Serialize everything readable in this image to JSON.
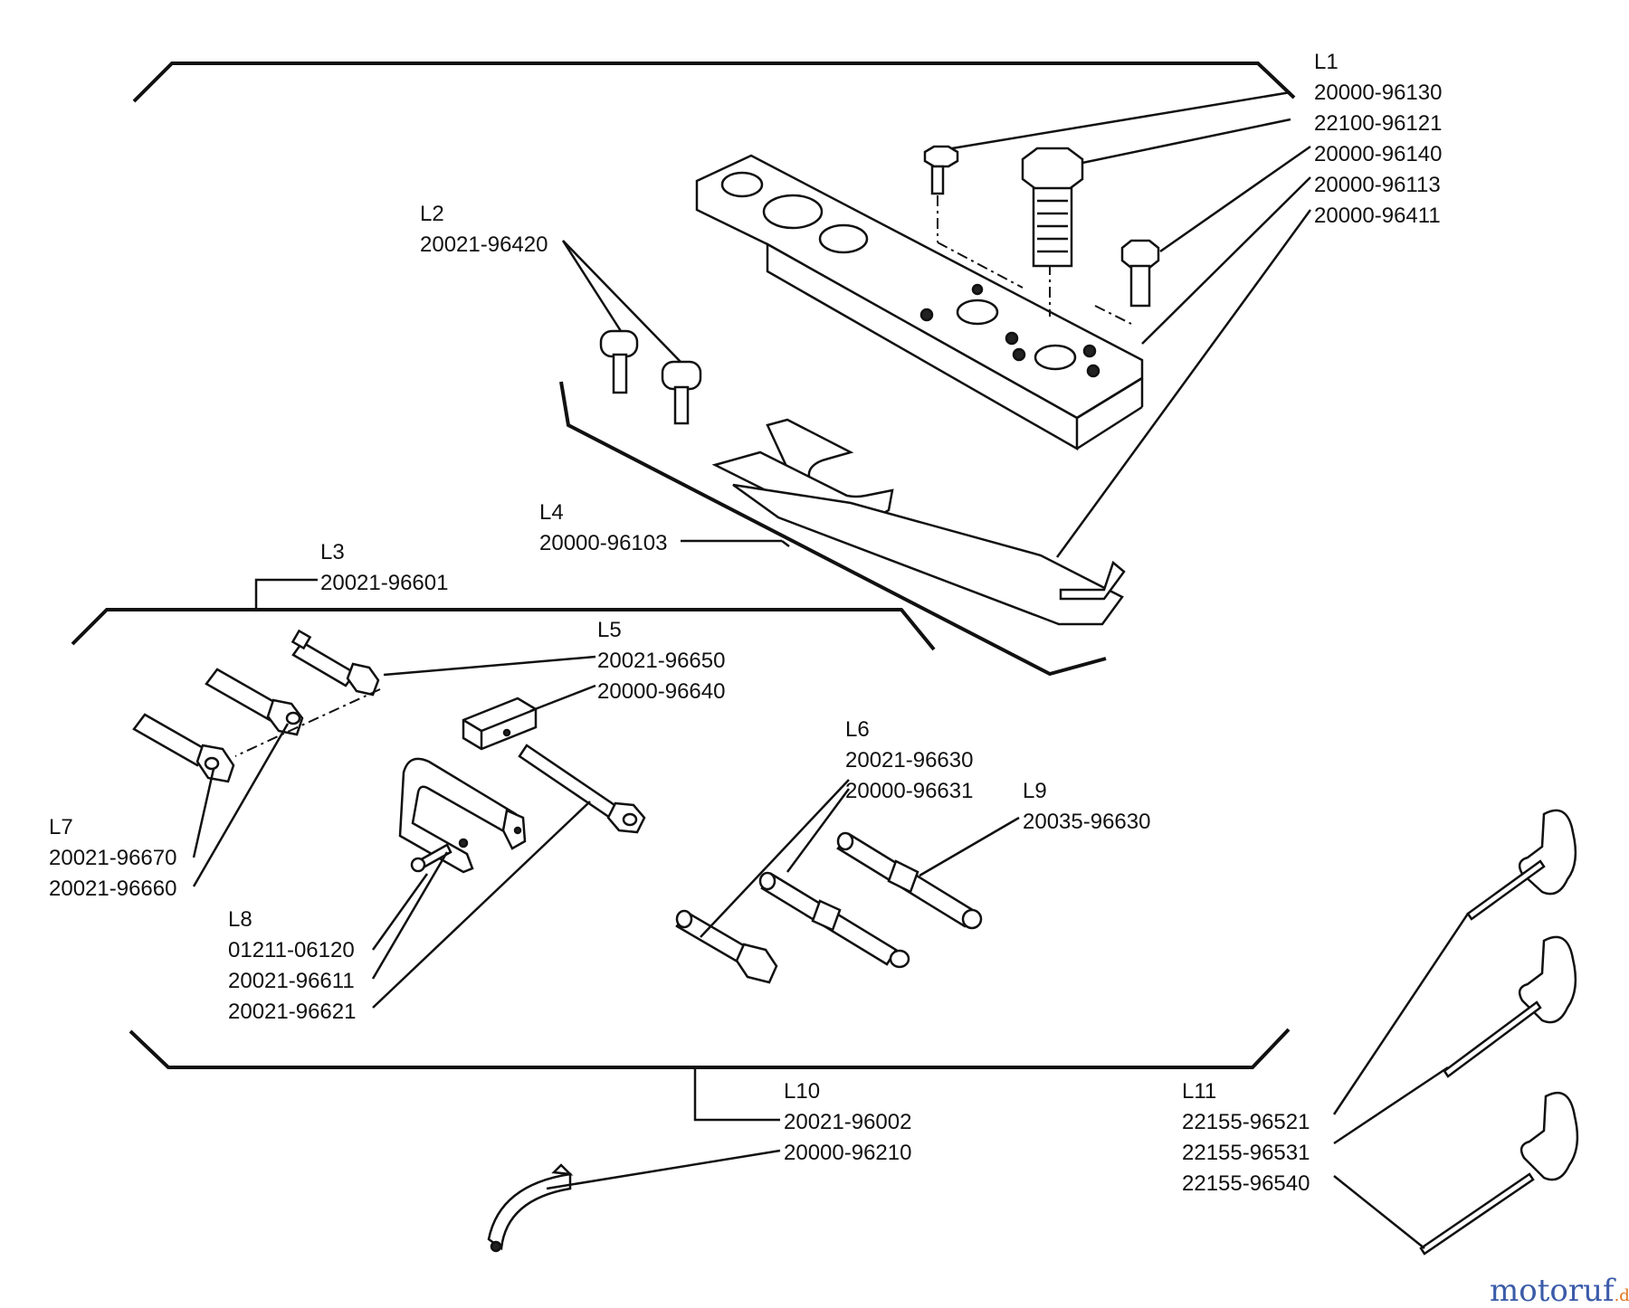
{
  "groups": {
    "L1": {
      "title": "L1",
      "parts": [
        "20000-96130",
        "22100-96121",
        "20000-96140",
        "20000-96113",
        "20000-96411"
      ]
    },
    "L2": {
      "title": "L2",
      "parts": [
        "20021-96420"
      ]
    },
    "L3": {
      "title": "L3",
      "parts": [
        "20021-96601"
      ]
    },
    "L4": {
      "title": "L4",
      "parts": [
        "20000-96103"
      ]
    },
    "L5": {
      "title": "L5",
      "parts": [
        "20021-96650",
        "20000-96640"
      ]
    },
    "L6": {
      "title": "L6",
      "parts": [
        "20021-96630",
        "20000-96631"
      ]
    },
    "L7": {
      "title": "L7",
      "parts": [
        "20021-96670",
        "20021-96660"
      ]
    },
    "L8": {
      "title": "L8",
      "parts": [
        "01211-06120",
        "20021-96611",
        "20021-96621"
      ]
    },
    "L9": {
      "title": "L9",
      "parts": [
        "20035-96630"
      ]
    },
    "L10": {
      "title": "L10",
      "parts": [
        "20021-96002",
        "20000-96210"
      ]
    },
    "L11": {
      "title": "L11",
      "parts": [
        "22155-96521",
        "22155-96531",
        "22155-96540"
      ]
    }
  },
  "watermark": {
    "brand": "motoruf",
    "suffix": ".de"
  },
  "colors": {
    "ink": "#111111",
    "brand_blue": "#3b5ba9",
    "brand_orange": "#e2731c"
  }
}
